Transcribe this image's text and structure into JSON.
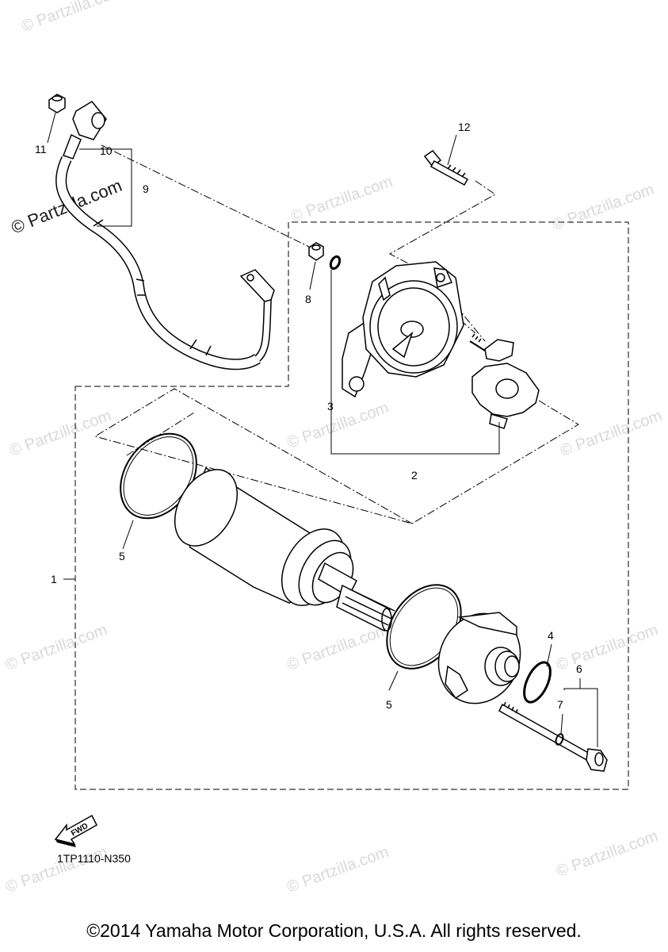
{
  "watermark": {
    "text": "© Partzilla.com"
  },
  "callouts": {
    "c1": "1",
    "c2": "2",
    "c3": "3",
    "c4": "4",
    "c5a": "5",
    "c5b": "5",
    "c6": "6",
    "c7": "7",
    "c8": "8",
    "c9": "9",
    "c10": "10",
    "c11": "11",
    "c12": "12"
  },
  "fwd_label": "FWD",
  "diagram_code": "1TP1110-N350",
  "copyright": "©2014 Yamaha Motor Corporation, U.S.A. All rights reserved."
}
